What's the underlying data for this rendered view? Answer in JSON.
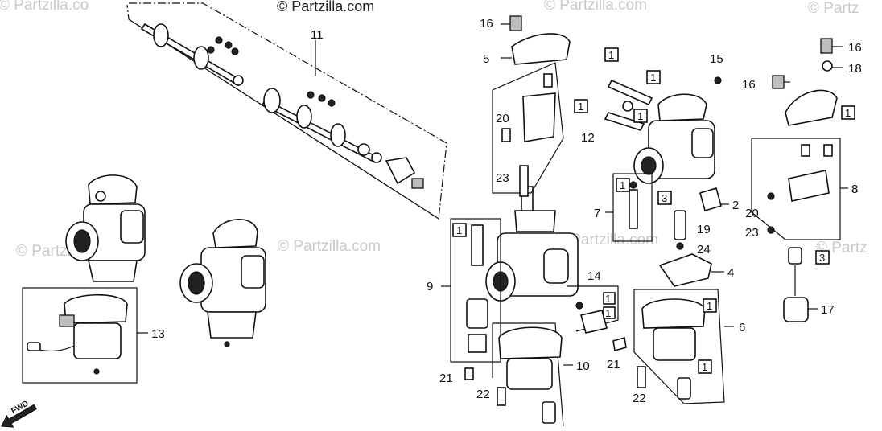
{
  "watermarks": {
    "top": "© Partzilla.com",
    "center_left": "© Partzilla.com",
    "center_mid": "© Partzilla.com",
    "left": "© Partzilla.com",
    "right": "© Partz",
    "top_left_faint": "© Partzilla.co",
    "top_right_faint": "© Partzilla.com",
    "top_far_right_faint": "© Partz"
  },
  "fwd_label": "FWD",
  "callouts": {
    "c1": "11",
    "c2": "16",
    "c3": "5",
    "c4": "1",
    "c5": "1",
    "c6": "15",
    "c7": "16",
    "c8": "16",
    "c9": "18",
    "c10": "1",
    "c11": "20",
    "c12": "1",
    "c13": "1",
    "c14": "12",
    "c15": "23",
    "c16": "8",
    "c17": "1",
    "c18": "3",
    "c19": "7",
    "c20": "2",
    "c21": "20",
    "c22": "19",
    "c23": "23",
    "c24": "1",
    "c25": "24",
    "c26": "4",
    "c27": "3",
    "c28": "9",
    "c29": "14",
    "c30": "1",
    "c31": "1",
    "c32": "1",
    "c33": "17",
    "c34": "13",
    "c35": "6",
    "c36": "10",
    "c37": "21",
    "c38": "21",
    "c39": "1",
    "c40": "22",
    "c41": "22"
  }
}
